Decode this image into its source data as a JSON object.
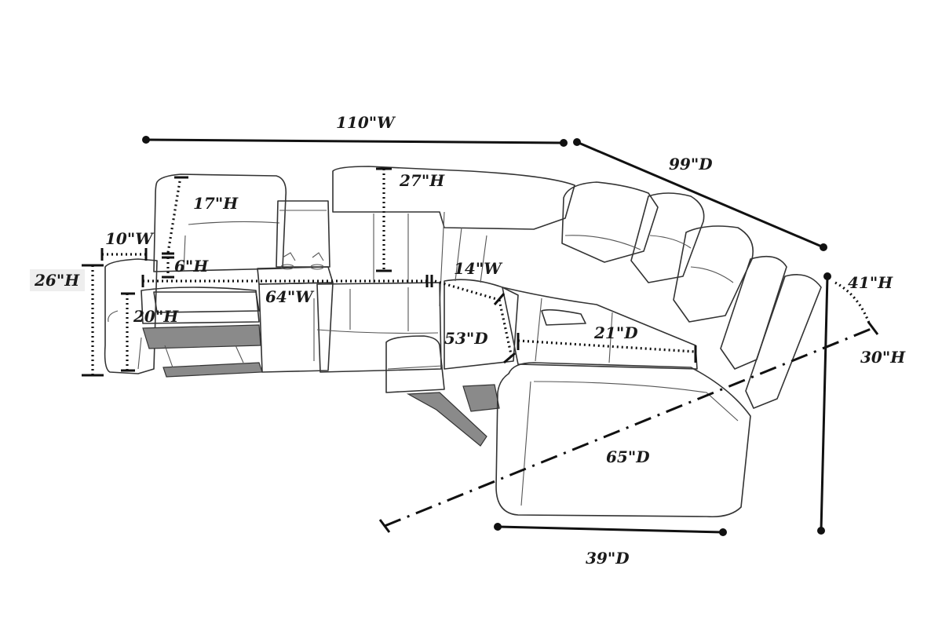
{
  "diagram": {
    "labels": {
      "overall_width": "110\"W",
      "right_depth": "99\"D",
      "back_height": "27\"H",
      "headrest_height": "17\"H",
      "arm_width": "10\"W",
      "arm_top_height": "6\"H",
      "overall_height_left": "26\"H",
      "seat_height": "20\"H",
      "loveseat_width": "64\"W",
      "wedge_width": "14\"W",
      "wedge_depth": "53\"D",
      "seat_depth": "21\"D",
      "diagonal_depth": "65\"D",
      "chaise_depth": "39\"D",
      "overall_height_right": "41\"H",
      "arm_height_right": "30\"H"
    },
    "colors": {
      "line": "#111111",
      "outline": "#333333",
      "mechanism": "#8a8a8a",
      "label_highlight": "#eeeeee"
    }
  }
}
